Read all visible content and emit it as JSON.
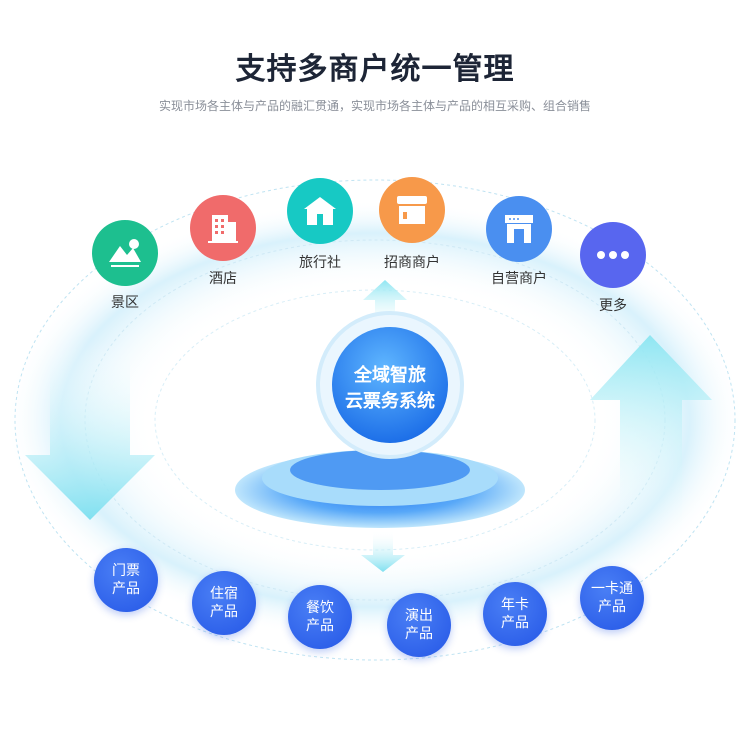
{
  "title": "支持多商户统一管理",
  "subtitle": "实现市场各主体与产品的融汇贯通，实现市场各主体与产品的相互采购、组合销售",
  "center": {
    "line1": "全域智旅",
    "line2": "云票务系统"
  },
  "merchants": [
    {
      "label": "景区",
      "icon": "mountain-icon",
      "color": "#1dbf8f"
    },
    {
      "label": "酒店",
      "icon": "building-icon",
      "color": "#f06b6b"
    },
    {
      "label": "旅行社",
      "icon": "house-icon",
      "color": "#17c9c4"
    },
    {
      "label": "招商商户",
      "icon": "shop-icon",
      "color": "#f7994a"
    },
    {
      "label": "自营商户",
      "icon": "store-icon",
      "color": "#4a8ff0"
    },
    {
      "label": "更多",
      "icon": "more-icon",
      "color": "#5866ef"
    }
  ],
  "products": [
    {
      "l1": "门票",
      "l2": "产品"
    },
    {
      "l1": "住宿",
      "l2": "产品"
    },
    {
      "l1": "餐饮",
      "l2": "产品"
    },
    {
      "l1": "演出",
      "l2": "产品"
    },
    {
      "l1": "年卡",
      "l2": "产品"
    },
    {
      "l1": "一卡通",
      "l2": "产品"
    }
  ]
}
